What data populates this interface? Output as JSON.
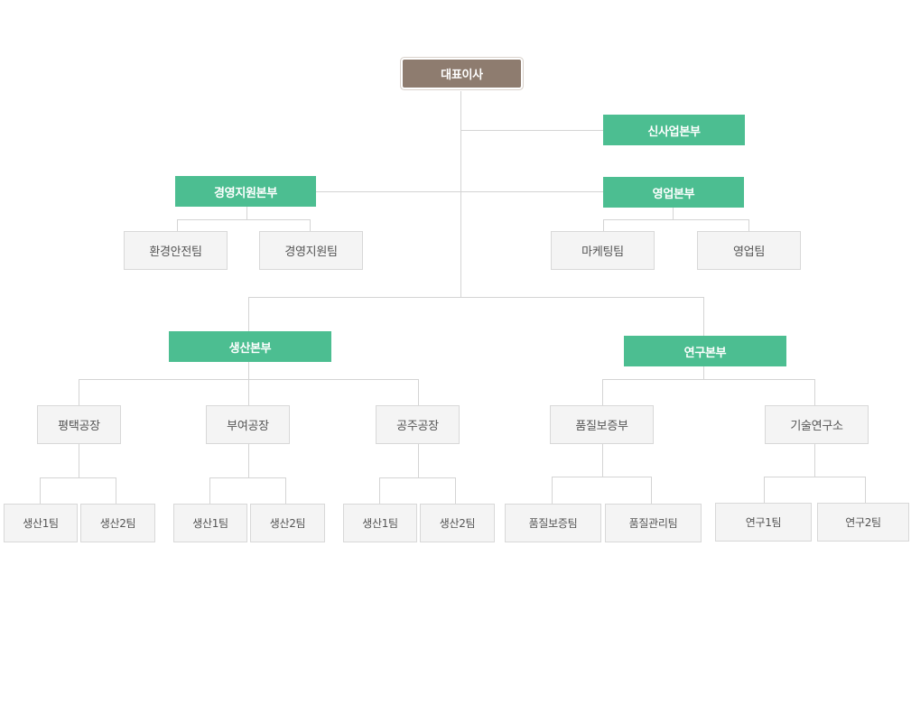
{
  "org": {
    "ceo": "대표이사",
    "new_business": "신사업본부",
    "management": {
      "title": "경영지원본부",
      "teams": [
        "환경안전팀",
        "경영지원팀"
      ]
    },
    "sales": {
      "title": "영업본부",
      "teams": [
        "마케팅팀",
        "영업팀"
      ]
    },
    "production": {
      "title": "생산본부",
      "plants": [
        {
          "name": "평택공장",
          "teams": [
            "생산1팀",
            "생산2팀"
          ]
        },
        {
          "name": "부여공장",
          "teams": [
            "생산1팀",
            "생산2팀"
          ]
        },
        {
          "name": "공주공장",
          "teams": [
            "생산1팀",
            "생산2팀"
          ]
        }
      ]
    },
    "research": {
      "title": "연구본부",
      "units": [
        {
          "name": "품질보증부",
          "teams": [
            "품질보증팀",
            "품질관리팀"
          ]
        },
        {
          "name": "기술연구소",
          "teams": [
            "연구1팀",
            "연구2팀"
          ]
        }
      ]
    }
  },
  "colors": {
    "ceo_box": "#8e7c6f",
    "division_box": "#4cbe91",
    "team_box": "#f4f4f4",
    "line": "#d4d4d4"
  }
}
